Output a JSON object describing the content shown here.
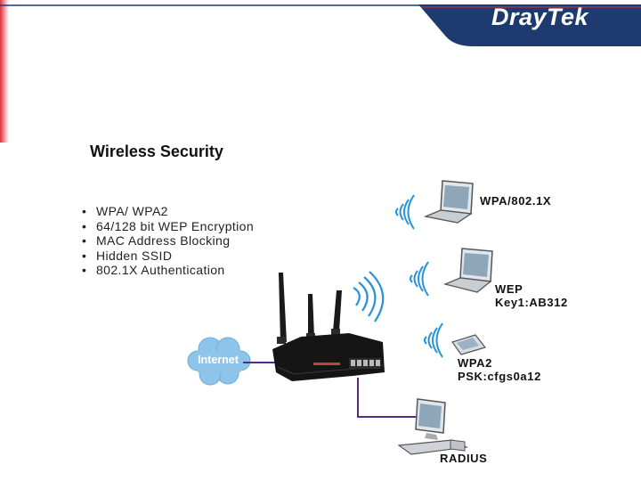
{
  "brand": {
    "logo_text": "DrayTek"
  },
  "slide": {
    "title": "Wireless Security",
    "features": [
      "WPA/ WPA2",
      "64/128 bit WEP Encryption",
      "MAC Address Blocking",
      "Hidden SSID",
      "802.1X Authentication"
    ]
  },
  "diagram": {
    "cloud_label": "Internet",
    "clients": [
      {
        "line1": "WPA/802.1X"
      },
      {
        "line1": "WEP",
        "line2": "Key1:AB312"
      },
      {
        "line1": "WPA2",
        "line2": "PSK:cfgs0a12"
      }
    ],
    "server_label": "RADIUS"
  },
  "colors": {
    "brand_navy": "#1f3a6e",
    "accent_red": "#e0303a",
    "wifi_cyan": "#2a93d8",
    "cloud_blue": "#8fc4ea",
    "wire_purple": "#5a2a8a"
  }
}
